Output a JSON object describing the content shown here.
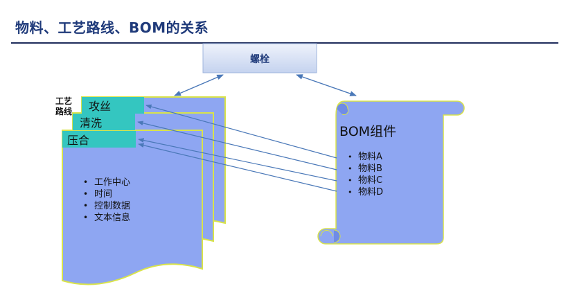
{
  "title": "物料、工艺路线、BOM的关系",
  "root_node": {
    "label": "螺栓"
  },
  "routing": {
    "label": "工艺\n路线",
    "label_lines": [
      "工艺",
      "路线"
    ],
    "tabs": [
      "攻丝",
      "清洗",
      "压合"
    ],
    "bullets": [
      "工作中心",
      "时间",
      "控制数据",
      "文本信息"
    ]
  },
  "bom": {
    "title": "BOM组件",
    "items": [
      "物料A",
      "物料B",
      "物料C",
      "物料D"
    ]
  },
  "colors": {
    "title": "#1f3a7a",
    "page_fill": "#8ea6f2",
    "page_border": "#d9e34a",
    "tab_fill": "#34c6c0",
    "node_fill": "#dbe4f5",
    "arrow": "#4a78b8",
    "rule": "#1f2d5c"
  }
}
